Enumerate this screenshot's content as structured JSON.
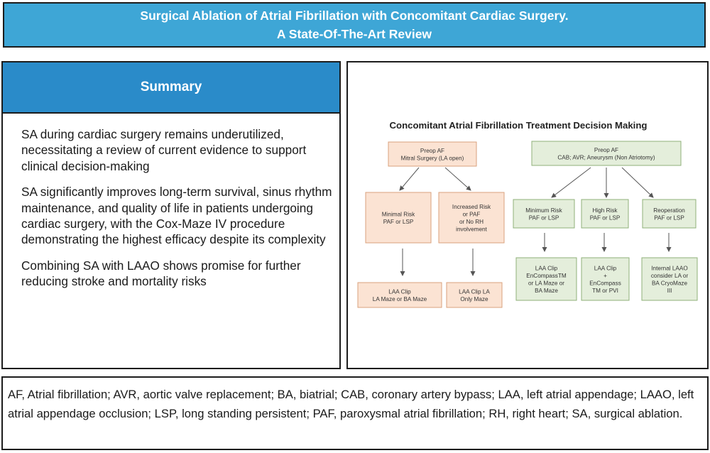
{
  "header": {
    "title_line1": "Surgical Ablation of Atrial Fibrillation with Concomitant Cardiac Surgery.",
    "title_line2": "A State-Of-The-Art Review"
  },
  "summary": {
    "heading": "Summary",
    "points": [
      "SA during cardiac surgery remains underutilized, necessitating a review of current evidence to support clinical decision-making",
      "SA significantly improves long-term survival, sinus rhythm maintenance, and quality of life in patients undergoing cardiac surgery, with the Cox-Maze IV procedure demonstrating the highest efficacy despite its complexity",
      "Combining SA with LAAO shows promise for further reducing stroke and mortality risks"
    ]
  },
  "flowchart": {
    "title": "Concomitant Atrial Fibrillation Treatment Decision Making",
    "colors": {
      "left_fill": "#fbe3d3",
      "left_stroke": "#d9a27c",
      "right_fill": "#e4eedb",
      "right_stroke": "#8fb07a",
      "arrow": "#555555"
    },
    "nodes": {
      "mitral_root": [
        "Preop AF",
        "Mitral Surgery (LA open)"
      ],
      "minimal_risk": [
        "Minimal Risk",
        "PAF or LSP"
      ],
      "increased_risk": [
        "Increased Risk",
        "or PAF",
        "or No RH",
        "involvement"
      ],
      "left_outcome_1": [
        "LAA Clip",
        "LA Maze or BA Maze"
      ],
      "left_outcome_2": [
        "LAA Clip LA",
        "Only Maze"
      ],
      "cab_root": [
        "Preop AF",
        "CAB; AVR; Aneurysm (Non Atriotomy)"
      ],
      "minimum_risk": [
        "Minimum Risk",
        "PAF or LSP"
      ],
      "high_risk": [
        "High Risk",
        "PAF or LSP"
      ],
      "reoperation": [
        "Reoperation",
        "PAF or LSP"
      ],
      "right_outcome_1": [
        "LAA Clip",
        "EnCompassTM",
        "or LA Maze or",
        "BA Maze"
      ],
      "right_outcome_2": [
        "LAA Clip",
        "+",
        "EnCompass",
        "TM or PVI"
      ],
      "right_outcome_3": [
        "Internal LAAO",
        "consider LA or",
        "BA CryoMaze",
        "III"
      ]
    }
  },
  "footer": {
    "abbreviations": "AF, Atrial fibrillation; AVR, aortic valve replacement; BA, biatrial; CAB, coronary artery bypass; LAA, left atrial appendage; LAAO, left atrial appendage occlusion; LSP, long standing persistent; PAF, paroxysmal atrial fibrillation; RH, right heart; SA, surgical ablation."
  }
}
